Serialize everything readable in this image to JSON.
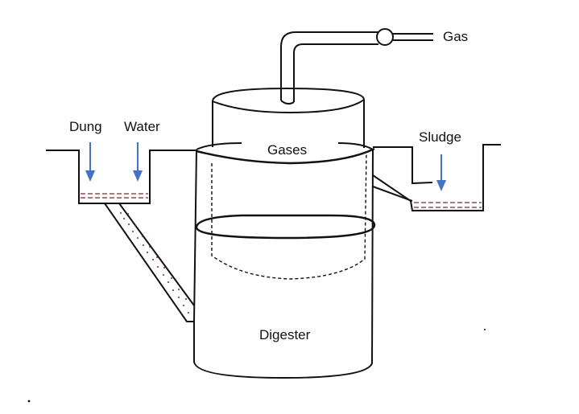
{
  "labels": {
    "gas": "Gas",
    "dung": "Dung",
    "water": "Water",
    "sludge": "Sludge",
    "gases": "Gases",
    "digester": "Digester"
  },
  "colors": {
    "ink": "#111111",
    "arrow": "#4472C4",
    "slurry": "#7a2a2a"
  }
}
